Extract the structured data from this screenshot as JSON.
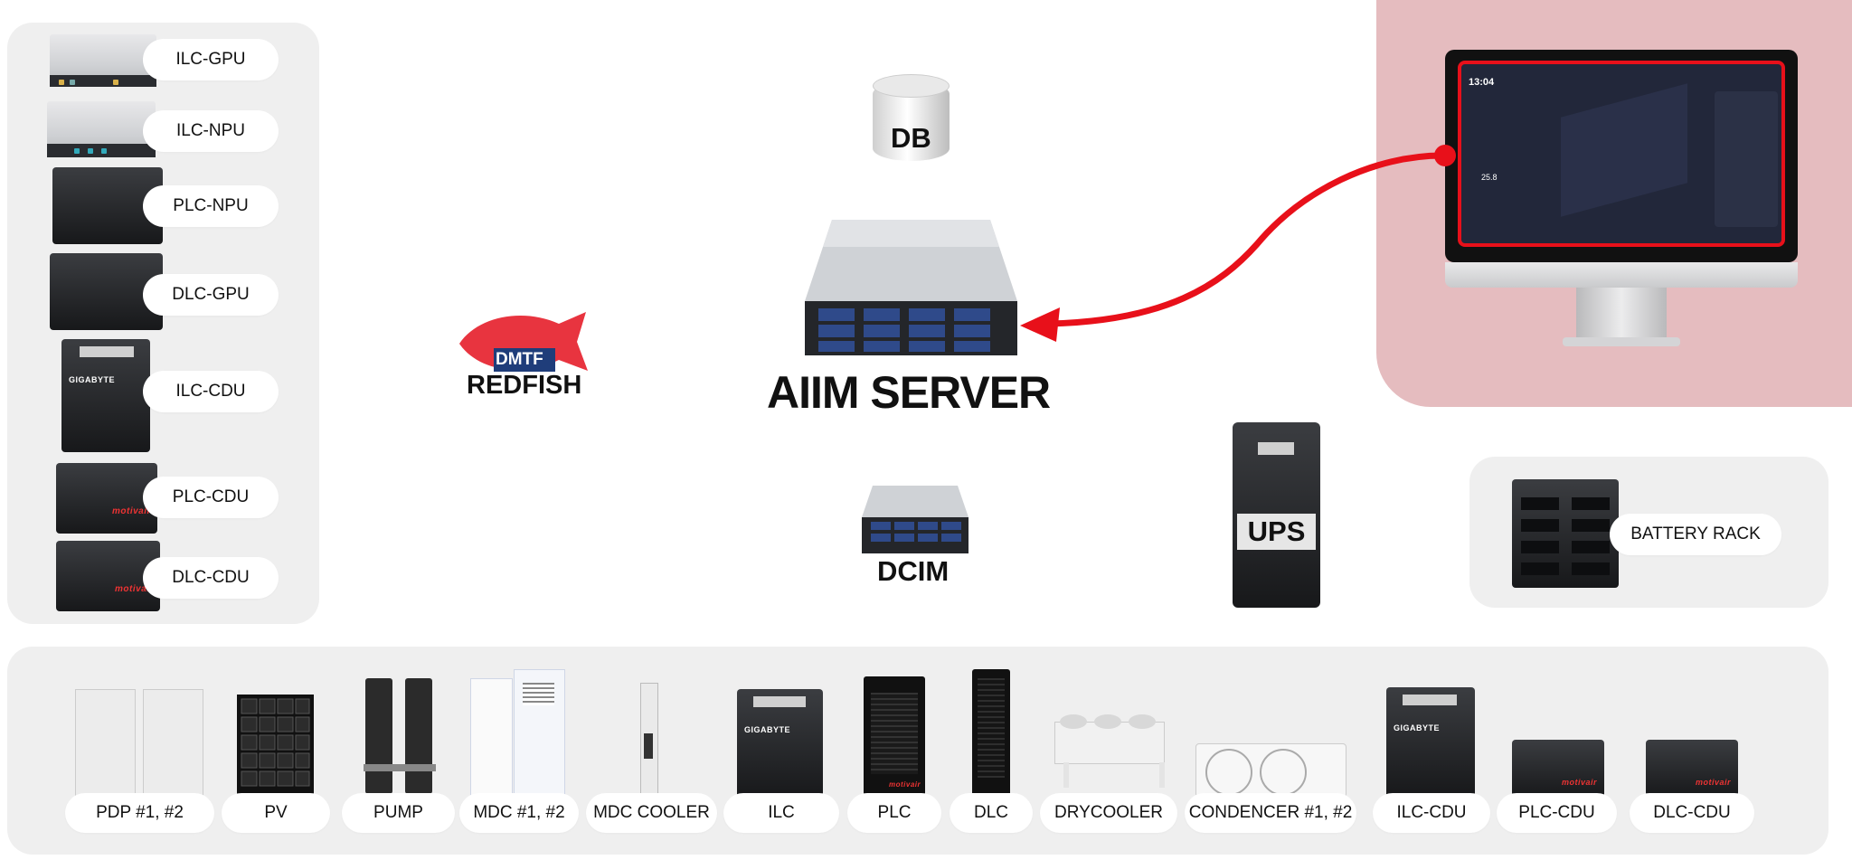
{
  "left_devices": [
    {
      "label": "ILC-GPU"
    },
    {
      "label": "ILC-NPU"
    },
    {
      "label": "PLC-NPU"
    },
    {
      "label": "DLC-GPU"
    },
    {
      "label": "ILC-CDU"
    },
    {
      "label": "PLC-CDU"
    },
    {
      "label": "DLC-CDU"
    }
  ],
  "center": {
    "db_label": "DB",
    "server_label": "AIIM SERVER",
    "dcim_label": "DCIM",
    "ups_label": "UPS",
    "redfish_label": "REDFISH",
    "dmtf_label": "DMTF",
    "brand_label": "GIGABYTE",
    "cdu_brand": "motivair"
  },
  "battery": {
    "label": "BATTERY RACK"
  },
  "monitor": {
    "time": "13:04",
    "temperature": "25.8"
  },
  "bottom_devices": [
    {
      "label": "PDP #1, #2"
    },
    {
      "label": "PV"
    },
    {
      "label": "PUMP"
    },
    {
      "label": "MDC #1, #2"
    },
    {
      "label": "MDC COOLER"
    },
    {
      "label": "ILC"
    },
    {
      "label": "PLC"
    },
    {
      "label": "DLC"
    },
    {
      "label": "DRYCOOLER"
    },
    {
      "label": "CONDENCER #1, #2"
    },
    {
      "label": "ILC-CDU"
    },
    {
      "label": "PLC-CDU"
    },
    {
      "label": "DLC-CDU"
    }
  ],
  "colors": {
    "arrow": "#e8101a",
    "monitor_bg": "#e5bcbf",
    "panel": "#efefef"
  }
}
